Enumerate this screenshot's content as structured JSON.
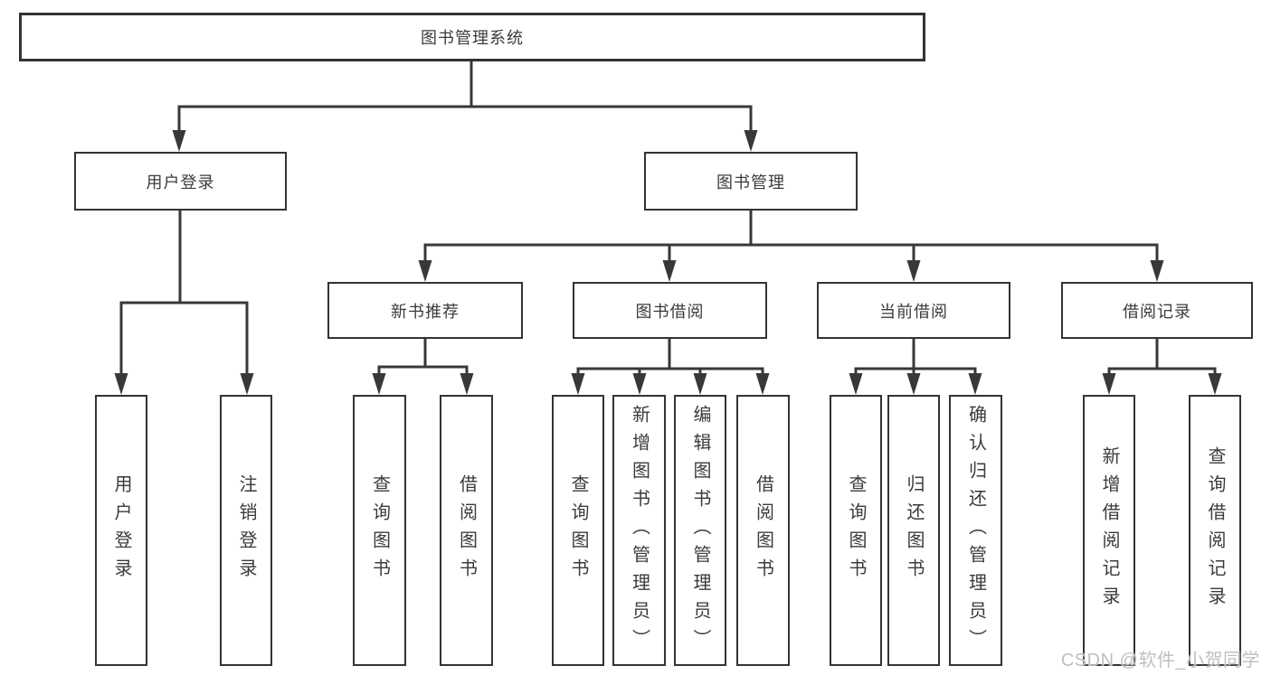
{
  "nodes": {
    "root": "图书管理系统",
    "user_login": "用户登录",
    "book_management": "图书管理",
    "new_book_recommend": "新书推荐",
    "book_borrowing": "图书借阅",
    "current_borrowing": "当前借阅",
    "borrowing_records": "借阅记录",
    "leaf_login": "用户登录",
    "leaf_logout": "注销登录",
    "leaf_nbr_query_books": "查询图书",
    "leaf_nbr_borrow_books": "借阅图书",
    "leaf_bb_query_books": "查询图书",
    "leaf_bb_add_books_admin": "新增图书（管理员）",
    "leaf_bb_edit_books_admin": "编辑图书（管理员）",
    "leaf_bb_borrow_books": "借阅图书",
    "leaf_cb_query_books": "查询图书",
    "leaf_cb_return_books": "归还图书",
    "leaf_cb_confirm_return_admin": "确认归还（管理员）",
    "leaf_br_add_record": "新增借阅记录",
    "leaf_br_query_record": "查询借阅记录"
  },
  "watermark": "CSDN @软件_小贺同学",
  "colors": {
    "line": "#383838",
    "border": "#333333",
    "text": "#3b3b3b",
    "watermark": "#bfbfbf",
    "background": "#ffffff"
  }
}
